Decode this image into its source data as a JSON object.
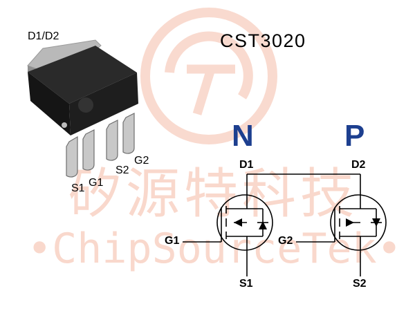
{
  "title": "CST3020",
  "watermark": {
    "chinese": "矽源特科技",
    "english": "•ChipSourceTek•"
  },
  "package": {
    "tab_label": "D1/D2",
    "pins": [
      "S1",
      "G1",
      "S2",
      "G2"
    ]
  },
  "circuit": {
    "n_channel": {
      "type_label": "N",
      "drain": "D1",
      "gate": "G1",
      "source": "S1"
    },
    "p_channel": {
      "type_label": "P",
      "drain": "D2",
      "gate": "G2",
      "source": "S2"
    }
  },
  "colors": {
    "channel_label": "#1d3f8f",
    "watermark": "#f7cbbb",
    "package_body": "#1a1a1a",
    "pin_metal": "#c8c8c8"
  }
}
